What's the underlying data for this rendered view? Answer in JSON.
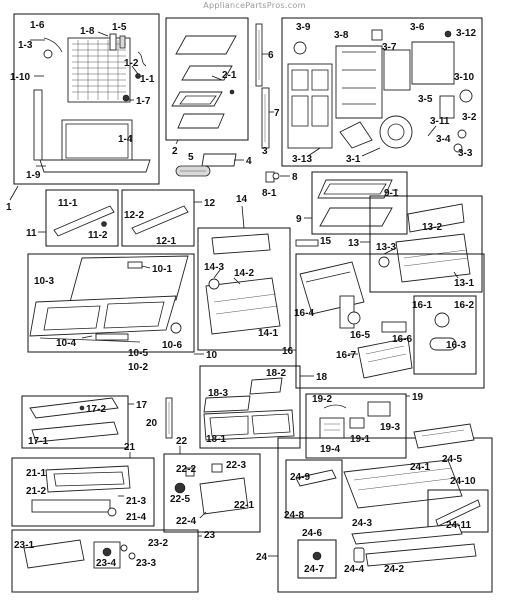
{
  "watermark": "AppliancePartsPros.com",
  "labels": {
    "l1": "1",
    "l1_1": "1-1",
    "l1_2": "1-2",
    "l1_3": "1-3",
    "l1_4": "1-4",
    "l1_5": "1-5",
    "l1_6": "1-6",
    "l1_7": "1-7",
    "l1_8": "1-8",
    "l1_9": "1-9",
    "l1_10": "1-10",
    "l2": "2",
    "l2_1": "2-1",
    "l3": "3",
    "l3_1": "3-1",
    "l3_2": "3-2",
    "l3_3": "3-3",
    "l3_4": "3-4",
    "l3_5": "3-5",
    "l3_6": "3-6",
    "l3_7": "3-7",
    "l3_8": "3-8",
    "l3_9": "3-9",
    "l3_10": "3-10",
    "l3_11": "3-11",
    "l3_12": "3-12",
    "l3_13": "3-13",
    "l4": "4",
    "l5": "5",
    "l6": "6",
    "l7": "7",
    "l8": "8",
    "l8_1": "8-1",
    "l9": "9",
    "l9_1": "9-1",
    "l10": "10",
    "l10_1": "10-1",
    "l10_2": "10-2",
    "l10_3": "10-3",
    "l10_4": "10-4",
    "l10_5": "10-5",
    "l10_6": "10-6",
    "l11": "11",
    "l11_1": "11-1",
    "l11_2": "11-2",
    "l12": "12",
    "l12_1": "12-1",
    "l12_2": "12-2",
    "l13": "13",
    "l13_1": "13-1",
    "l13_2": "13-2",
    "l13_3": "13-3",
    "l14": "14",
    "l14_1": "14-1",
    "l14_2": "14-2",
    "l14_3": "14-3",
    "l15": "15",
    "l16": "16",
    "l16_1": "16-1",
    "l16_2": "16-2",
    "l16_3": "16-3",
    "l16_4": "16-4",
    "l16_5": "16-5",
    "l16_6": "16-6",
    "l16_7": "16-7",
    "l17": "17",
    "l17_1": "17-1",
    "l17_2": "17-2",
    "l18": "18",
    "l18_1": "18-1",
    "l18_2": "18-2",
    "l18_3": "18-3",
    "l19": "19",
    "l19_1": "19-1",
    "l19_2": "19-2",
    "l19_3": "19-3",
    "l19_4": "19-4",
    "l20": "20",
    "l21": "21",
    "l21_1": "21-1",
    "l21_2": "21-2",
    "l21_3": "21-3",
    "l21_4": "21-4",
    "l22": "22",
    "l22_1": "22-1",
    "l22_2": "22-2",
    "l22_3": "22-3",
    "l22_4": "22-4",
    "l22_5": "22-5",
    "l23": "23",
    "l23_1": "23-1",
    "l23_2": "23-2",
    "l23_3": "23-3",
    "l23_4": "23-4",
    "l24": "24",
    "l24_1": "24-1",
    "l24_2": "24-2",
    "l24_3": "24-3",
    "l24_4": "24-4",
    "l24_5": "24-5",
    "l24_6": "24-6",
    "l24_7": "24-7",
    "l24_8": "24-8",
    "l24_9": "24-9",
    "l24_10": "24-10",
    "l24_11": "24-11"
  }
}
